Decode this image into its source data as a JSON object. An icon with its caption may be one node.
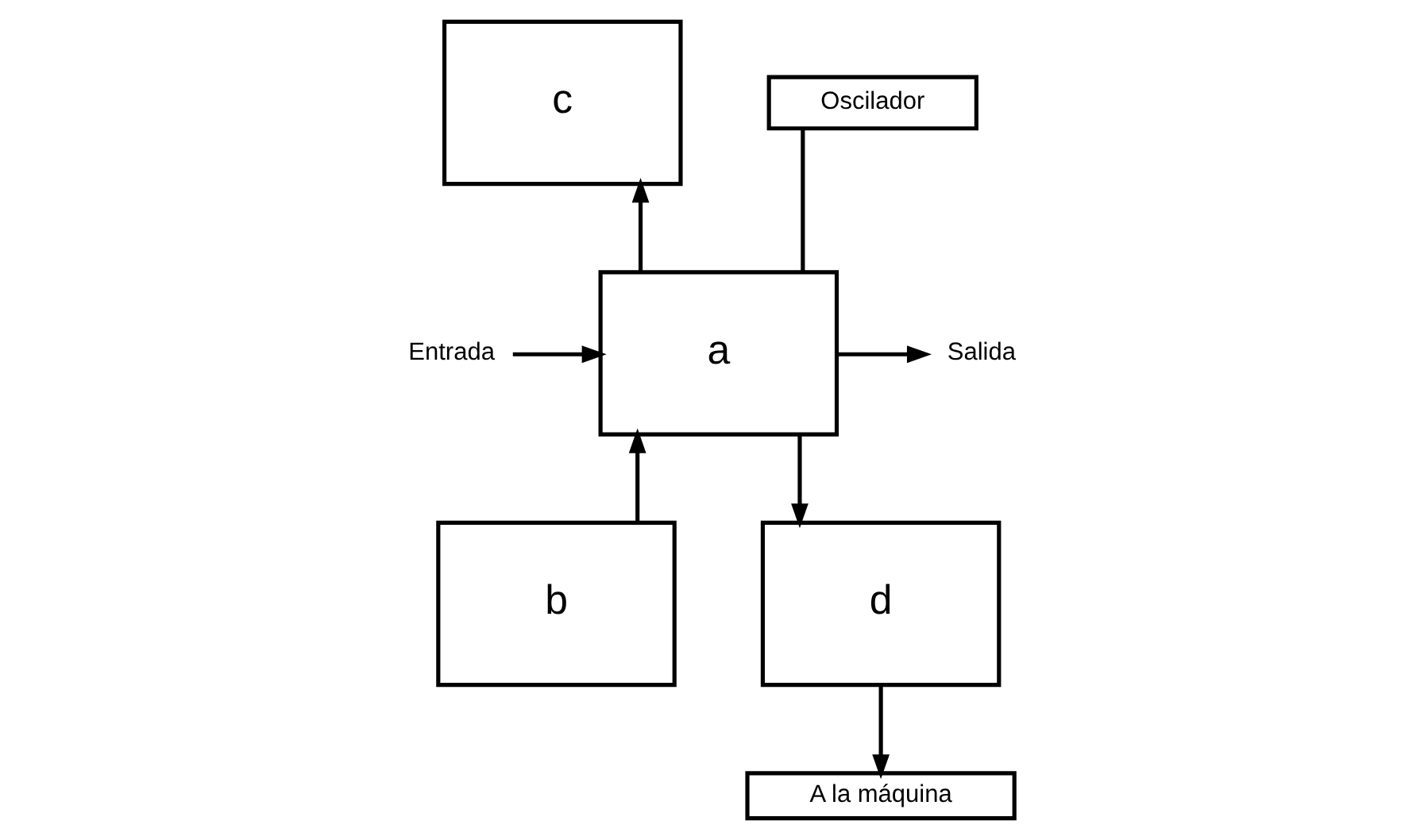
{
  "diagram": {
    "nodes": [
      {
        "text": [
          "c"
        ]
      },
      {
        "text": [
          "Oscilador"
        ]
      },
      {
        "text": [
          "Entrada"
        ]
      },
      {
        "text": [
          "a"
        ]
      },
      {
        "text": [
          "Salida"
        ]
      },
      {
        "text": [
          "b"
        ]
      },
      {
        "text": [
          "d"
        ]
      },
      {
        "text": [
          "A la máquina"
        ]
      }
    ],
    "edges": [
      {
        "from": 3,
        "to": 0,
        "arrow": "to"
      },
      {
        "from": 1,
        "to": 3,
        "arrow": "none"
      },
      {
        "from": 2,
        "to": 3,
        "arrow": "to"
      },
      {
        "from": 3,
        "to": 4,
        "arrow": "to"
      },
      {
        "from": 5,
        "to": 3,
        "arrow": "to"
      },
      {
        "from": 3,
        "to": 6,
        "arrow": "to"
      },
      {
        "from": 6,
        "to": 7,
        "arrow": "to"
      }
    ]
  }
}
